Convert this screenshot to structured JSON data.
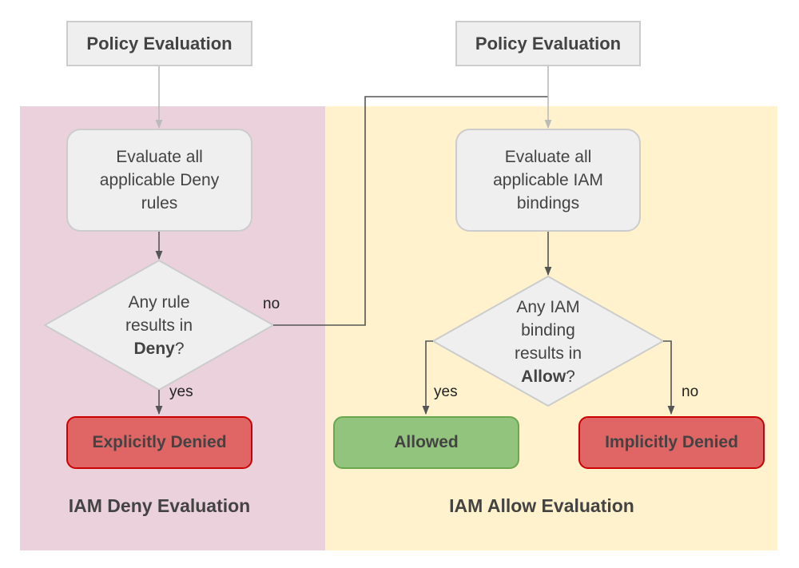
{
  "panels": {
    "deny": {
      "title": "IAM Deny Evaluation",
      "color": "#ead1dc",
      "start": "Policy Evaluation",
      "process": [
        "Evaluate all",
        "applicable Deny",
        "rules"
      ],
      "decision": {
        "line1": "Any rule",
        "line2": "results in",
        "bold": "Deny",
        "suffix": "?"
      },
      "yes_label": "yes",
      "no_label": "no",
      "outcome": "Explicitly Denied"
    },
    "allow": {
      "title": "IAM Allow Evaluation",
      "color": "#fff2cc",
      "start": "Policy Evaluation",
      "process": [
        "Evaluate all",
        "applicable IAM",
        "bindings"
      ],
      "decision": {
        "line1": "Any IAM",
        "line2": "binding",
        "line3": "results in",
        "bold": "Allow",
        "suffix": "?"
      },
      "yes_label": "yes",
      "no_label": "no",
      "outcome_yes": "Allowed",
      "outcome_no": "Implicitly Denied"
    }
  },
  "colors": {
    "denied_fill": "#e06666",
    "denied_border": "#cc0000",
    "allowed_fill": "#93c47d",
    "allowed_border": "#6aa84f",
    "node_fill": "#efefef",
    "node_border": "#cccccc"
  }
}
